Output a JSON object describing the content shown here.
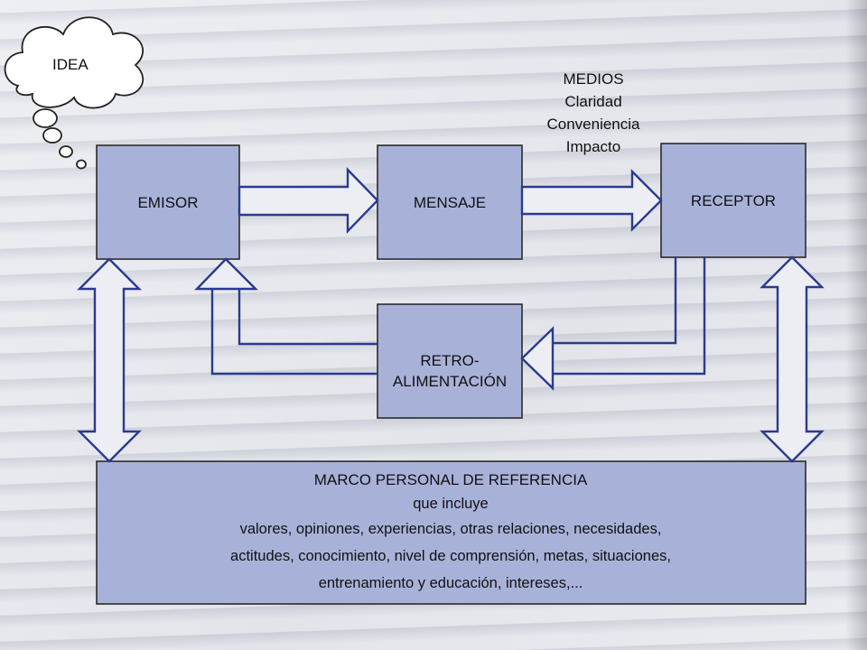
{
  "idea": "IDEA",
  "emisor": "EMISOR",
  "mensaje": "MENSAJE",
  "receptor": "RECEPTOR",
  "retro": [
    "RETRO-",
    "ALIMENTACIÓN"
  ],
  "medios": [
    "MEDIOS",
    "Claridad",
    "Conveniencia",
    "Impacto"
  ],
  "marco": {
    "title": "MARCO PERSONAL DE REFERENCIA",
    "subtitle": "que incluye",
    "lines": [
      "valores, opiniones, experiencias, otras relaciones, necesidades,",
      "actitudes, conocimiento, nivel de comprensión, metas, situaciones,",
      "entrenamiento y educación, intereses,..."
    ]
  },
  "colors": {
    "box_fill": "#a8b2d9",
    "arrow_stroke": "#2b3a8f"
  }
}
